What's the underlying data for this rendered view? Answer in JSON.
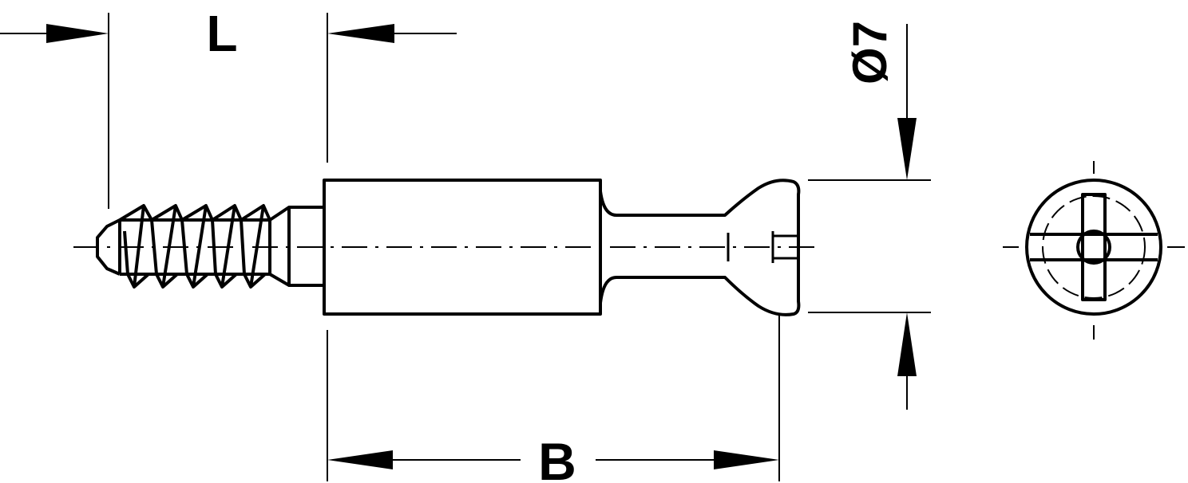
{
  "labels": {
    "length": "L",
    "overall": "B",
    "diameter": "Ø7"
  },
  "colors": {
    "line": "#000000",
    "background": "#ffffff"
  }
}
